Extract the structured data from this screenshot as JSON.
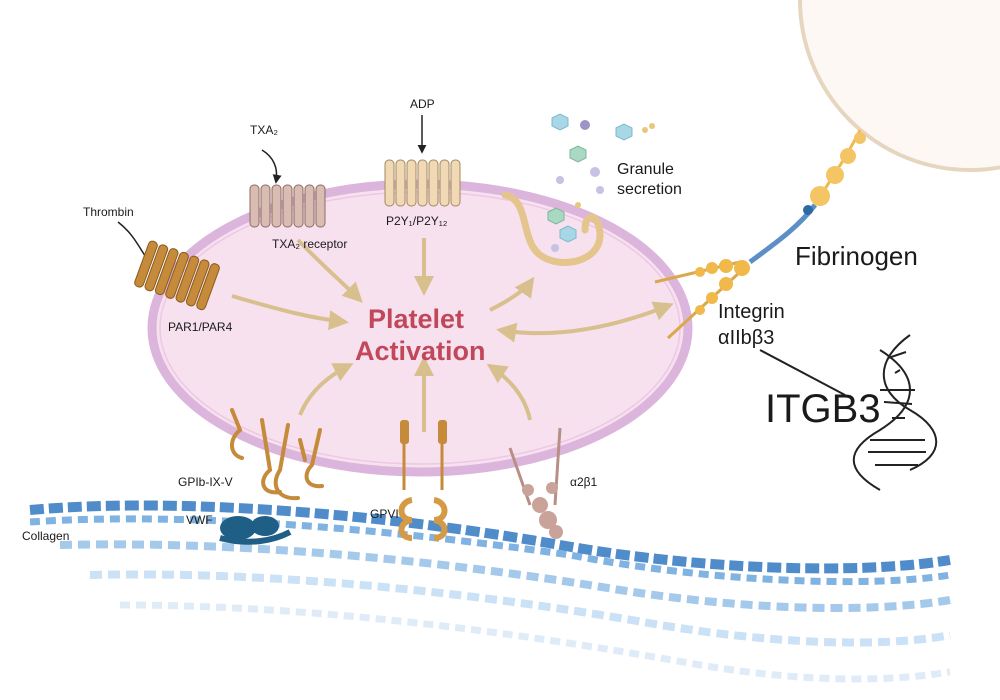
{
  "labels": {
    "thrombin": "Thrombin",
    "txa2": "TXA₂",
    "txa2_receptor": "TXA₂ receptor",
    "adp": "ADP",
    "p2y": "P2Y₁/P2Y₁₂",
    "granule_line1": "Granule",
    "granule_line2": "secretion",
    "title_line1": "Platelet",
    "title_line2": "Activation",
    "par": "PAR1/PAR4",
    "fibrinogen": "Fibrinogen",
    "integrin_line1": "Integrin",
    "integrin_line2": "αIIbβ3",
    "itgb3": "ITGB3",
    "gpib": "GPIb-IX-V",
    "vwf": "VWF",
    "gpvi": "GPVI",
    "a2b1": "α2β1",
    "collagen": "Collagen"
  },
  "colors": {
    "platelet_fill": "#f7e1ef",
    "platelet_border": "#dcb5dc",
    "arrow": "#d8c08e",
    "receptor_brown": "#c58a3a",
    "receptor_tan": "#e9c79a",
    "receptor_mauve": "#b88f86",
    "collagen_blue": "#3d7fc4",
    "vwf_teal": "#1f5f86",
    "title": "#c0485a"
  },
  "icons": [
    "dna-icon",
    "granule-icon",
    "receptor-icon",
    "collagen-fiber-icon",
    "vwf-icon",
    "fibrinogen-icon"
  ]
}
